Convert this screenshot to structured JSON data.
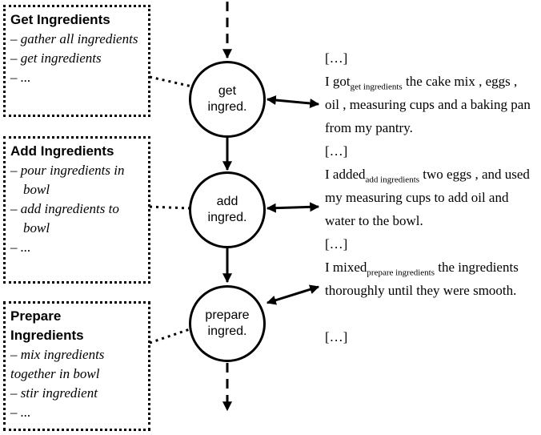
{
  "boxes": [
    {
      "title_lines": [
        "Get Ingredients"
      ],
      "items": [
        "gather all ingredients",
        "get ingredients",
        "..."
      ]
    },
    {
      "title_lines": [
        "Add Ingredients"
      ],
      "items": [
        "pour ingredients in bowl",
        "add ingredients to bowl",
        "..."
      ]
    },
    {
      "title_lines": [
        "Prepare",
        "Ingredients"
      ],
      "items": [
        "mix ingredients together in bowl",
        "stir ingredient",
        "..."
      ]
    }
  ],
  "nodes": [
    {
      "line1": "get",
      "line2": "ingred."
    },
    {
      "line1": "add",
      "line2": "ingred."
    },
    {
      "line1": "prepare",
      "line2": "ingred."
    }
  ],
  "dash_prefix": "– ",
  "ellipsis": "[…]",
  "passage": {
    "s1": {
      "pre": "I got",
      "sub": "get ingredients",
      "post": " the cake mix , eggs , oil , measuring cups and a baking pan from my pantry."
    },
    "s2": {
      "pre": "I added",
      "sub": "add ingredients",
      "post": " two eggs , and used my measuring cups to add oil and water to the bowl."
    },
    "s3": {
      "pre": "I mixed",
      "sub": "prepare ingredients",
      "post": " the ingredients thoroughly until they were smooth."
    }
  }
}
